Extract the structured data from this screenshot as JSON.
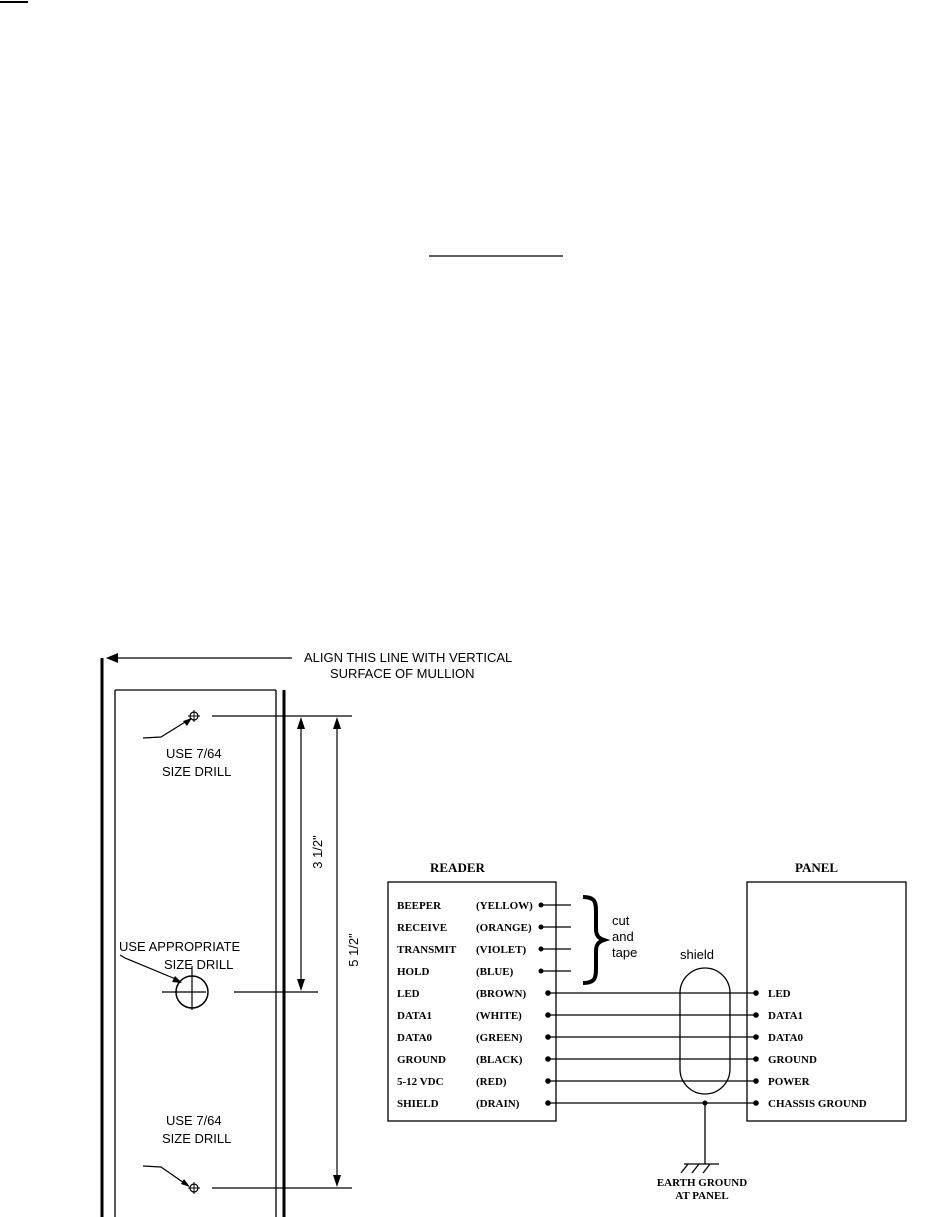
{
  "mounting": {
    "align_note_line1": "ALIGN THIS LINE WITH VERTICAL",
    "align_note_line2": "SURFACE OF MULLION",
    "top_drill_line1": "USE 7/64",
    "top_drill_line2": "SIZE DRILL",
    "mid_drill_line1": "USE APPROPRIATE",
    "mid_drill_line2": "SIZE DRILL",
    "bottom_drill_line1": "USE 7/64",
    "bottom_drill_line2": "SIZE DRILL",
    "dim_short": "3 1/2\"",
    "dim_long": "5 1/2\""
  },
  "wiring": {
    "reader_title": "READER",
    "panel_title": "PANEL",
    "reader_wires": [
      {
        "label": "BEEPER",
        "color": "(YELLOW)"
      },
      {
        "label": "RECEIVE",
        "color": "(ORANGE)"
      },
      {
        "label": "TRANSMIT",
        "color": "(VIOLET)"
      },
      {
        "label": "HOLD",
        "color": "(BLUE)"
      },
      {
        "label": "LED",
        "color": "(BROWN)"
      },
      {
        "label": "DATA1",
        "color": "(WHITE)"
      },
      {
        "label": "DATA0",
        "color": "(GREEN)"
      },
      {
        "label": "GROUND",
        "color": "(BLACK)"
      },
      {
        "label": "5-12 VDC",
        "color": "(RED)"
      },
      {
        "label": "SHIELD",
        "color": "(DRAIN)"
      }
    ],
    "panel_terminals": [
      "LED",
      "DATA1",
      "DATA0",
      "GROUND",
      "POWER",
      "CHASSIS GROUND"
    ],
    "cut_tape_line1": "cut",
    "cut_tape_line2": "and",
    "cut_tape_line3": "tape",
    "shield_label": "shield",
    "earth_ground_line1": "EARTH GROUND",
    "earth_ground_line2": "AT PANEL"
  }
}
